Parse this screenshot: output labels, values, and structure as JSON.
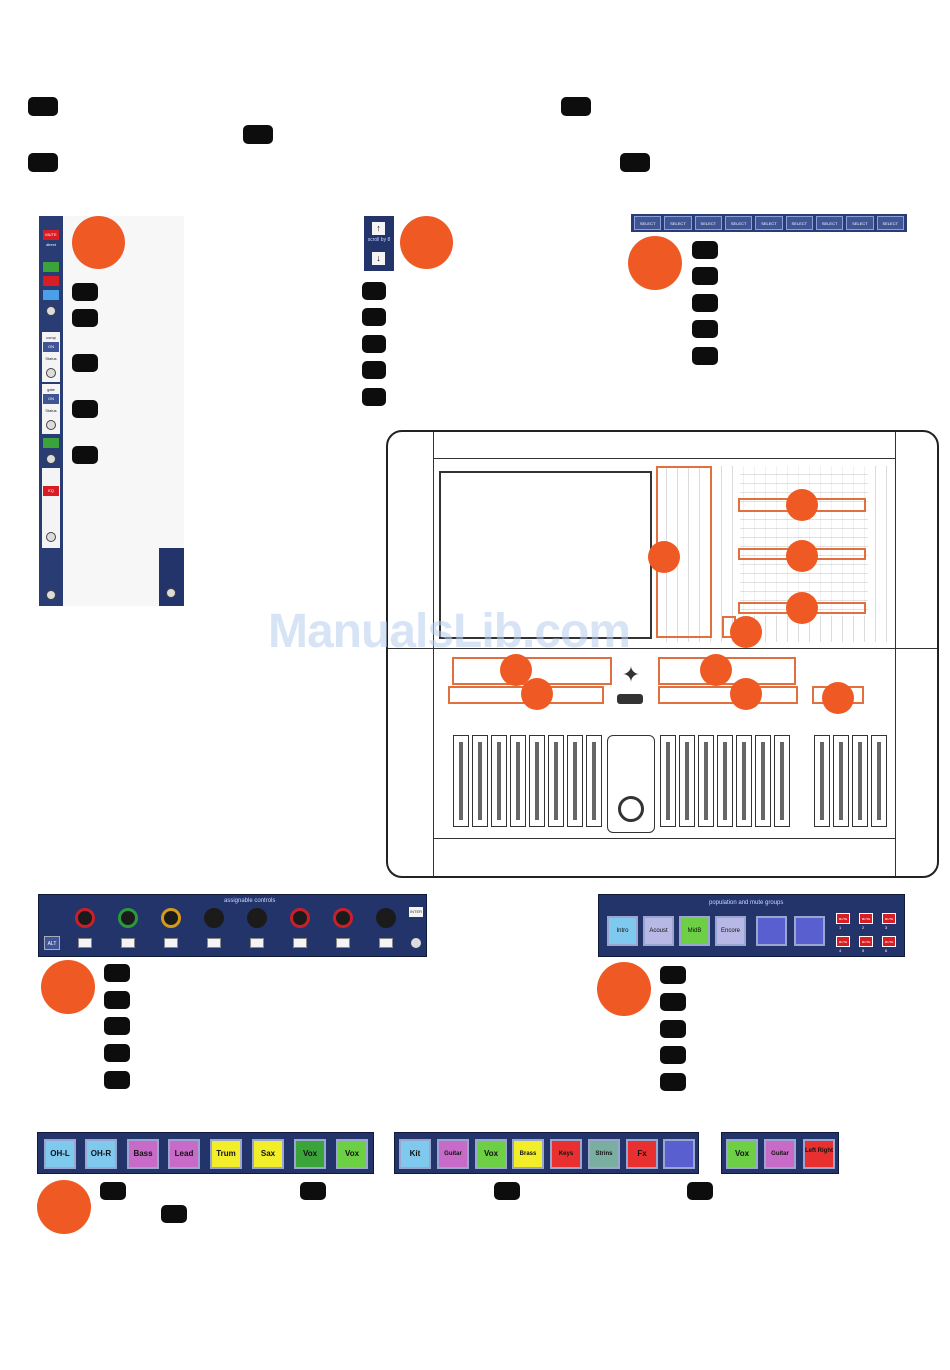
{
  "strip_labels": {
    "mute": "MUTE",
    "direct": "direct",
    "comp": "comp",
    "gate": "gate",
    "on": "ON",
    "eq": "EQ",
    "status": "Status"
  },
  "scroll": {
    "label": "scroll by 8"
  },
  "select_strip": {
    "buttons": [
      "SELECT",
      "SELECT",
      "SELECT",
      "SELECT",
      "SELECT",
      "SELECT",
      "SELECT",
      "SELECT",
      "SELECT"
    ]
  },
  "assignable": {
    "title": "assignable controls",
    "alt": "ALT",
    "inter": "INTER",
    "knob_colors": [
      "#c8202a",
      "#2a9a3a",
      "#d49a1a",
      "#1b1b1b",
      "#1b1b1b",
      "#c8202a",
      "#c8202a",
      "#1b1b1b"
    ]
  },
  "population": {
    "title": "population and mute groups",
    "buttons": [
      {
        "label": "Intro",
        "color": "#7fc8ee"
      },
      {
        "label": "Acoust",
        "color": "#b8b8e6"
      },
      {
        "label": "MidB",
        "color": "#6ccf44"
      },
      {
        "label": "Encore",
        "color": "#b8b8e6"
      },
      {
        "label": "",
        "color": "#5a5fd0"
      },
      {
        "label": "",
        "color": "#5a5fd0"
      }
    ],
    "mutes": [
      {
        "label": "MUTE",
        "num": "1"
      },
      {
        "label": "MUTE",
        "num": "2"
      },
      {
        "label": "MUTE",
        "num": "3"
      },
      {
        "label": "MUTE",
        "num": "4"
      },
      {
        "label": "MUTE",
        "num": "5"
      },
      {
        "label": "MUTE",
        "num": "6"
      }
    ]
  },
  "bar1": [
    {
      "label": "OH-L",
      "color": "#7fc8ee"
    },
    {
      "label": "OH-R",
      "color": "#7fc8ee"
    },
    {
      "label": "Bass",
      "color": "#c86ac8"
    },
    {
      "label": "Lead",
      "color": "#c86ac8"
    },
    {
      "label": "Trum",
      "color": "#f2ee2a"
    },
    {
      "label": "Sax",
      "color": "#f2ee2a"
    },
    {
      "label": "Vox",
      "color": "#3aa43a"
    },
    {
      "label": "Vox",
      "color": "#6ccf44"
    }
  ],
  "bar2": [
    {
      "label": "Kit",
      "color": "#7fc8ee"
    },
    {
      "label": "Guitar",
      "color": "#c86ac8"
    },
    {
      "label": "Vox",
      "color": "#6ccf44"
    },
    {
      "label": "Brass",
      "color": "#f2ee2a"
    },
    {
      "label": "Keys",
      "color": "#e83030"
    },
    {
      "label": "Strins",
      "color": "#7aaea0"
    },
    {
      "label": "Fx",
      "color": "#e83030"
    },
    {
      "label": "",
      "color": "#5a5fd0"
    }
  ],
  "bar3": [
    {
      "label": "Vox",
      "color": "#6ccf44"
    },
    {
      "label": "Guitar",
      "color": "#c86ac8"
    },
    {
      "label": "Left Right",
      "color": "#e83030"
    }
  ],
  "watermark": "ManualsLib.com"
}
